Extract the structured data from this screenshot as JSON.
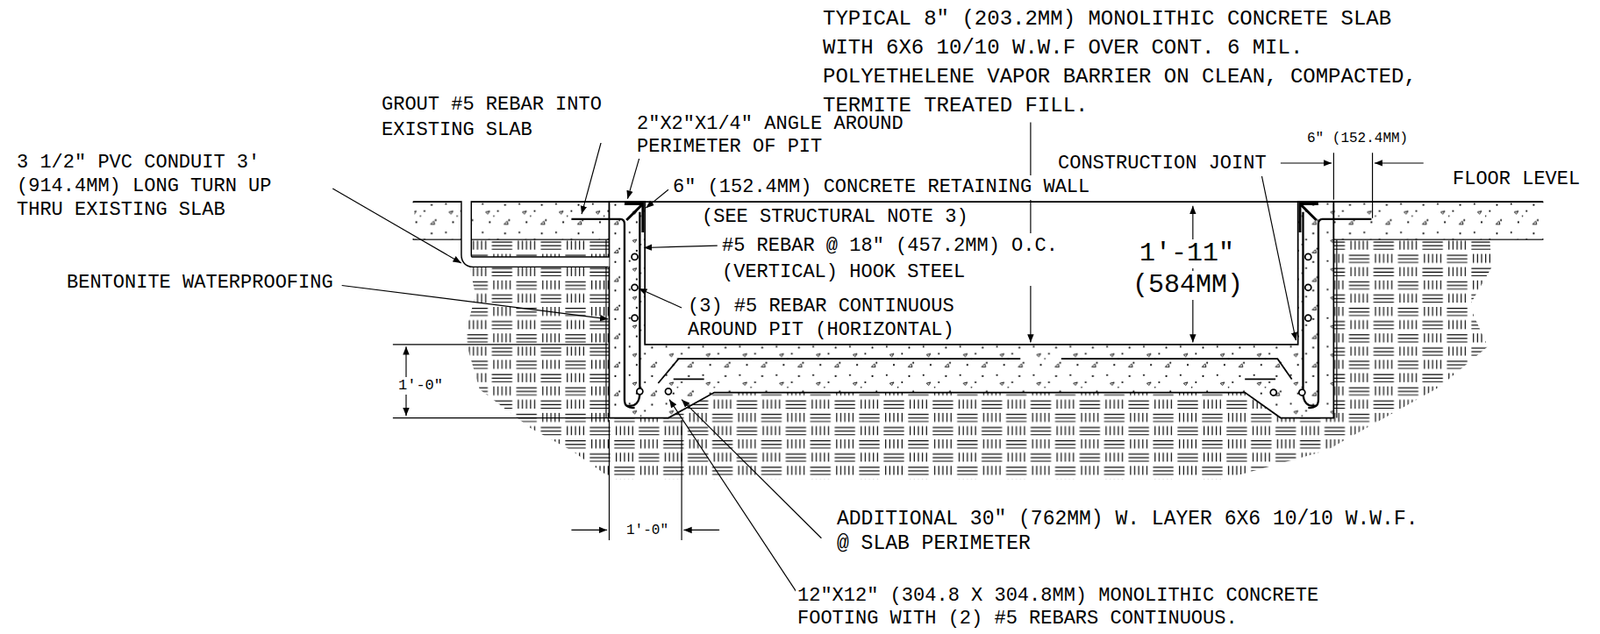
{
  "diagram": {
    "labels": [
      "TYPICAL 8\" (203.2MM) MONOLITHIC CONCRETE SLAB WITH 6X6 10/10 W.W.F OVER CONT. 6 MIL. POLYETHELENE VAPOR BARRIER ON CLEAN, COMPACTED, TERMITE TREATED FILL.",
      "GROUT #5 REBAR INTO EXISTING SLAB",
      "2\"X2\"X1/4\" ANGLE AROUND PERIMETER OF PIT",
      "3 1/2\" PVC CONDUIT 3' (914.4MM) LONG TURN UP THRU EXISTING SLAB",
      "6\" (152.4MM) CONCRETE RETAINING WALL",
      "(SEE STRUCTURAL NOTE 3)",
      "CONSTRUCTION JOINT",
      "6\" (152.4MM)",
      "FLOOR LEVEL",
      "#5 REBAR @ 18\" (457.2MM) O.C. (VERTICAL) HOOK STEEL",
      "1'-11\"",
      "(584MM)",
      "BENTONITE WATERPROOFING",
      "(3) #5 REBAR CONTINUOUS AROUND PIT (HORIZONTAL)",
      "1'-0\"",
      "1'-0\"",
      "ADDITIONAL 30\" (762MM) W. LAYER 6X6 10/10 W.W.F. @ SLAB PERIMETER",
      "12\"X12\" (304.8 X 304.8MM) MONOLITHIC CONCRETE FOOTING WITH (2) #5 REBARS CONTINUOUS."
    ]
  }
}
